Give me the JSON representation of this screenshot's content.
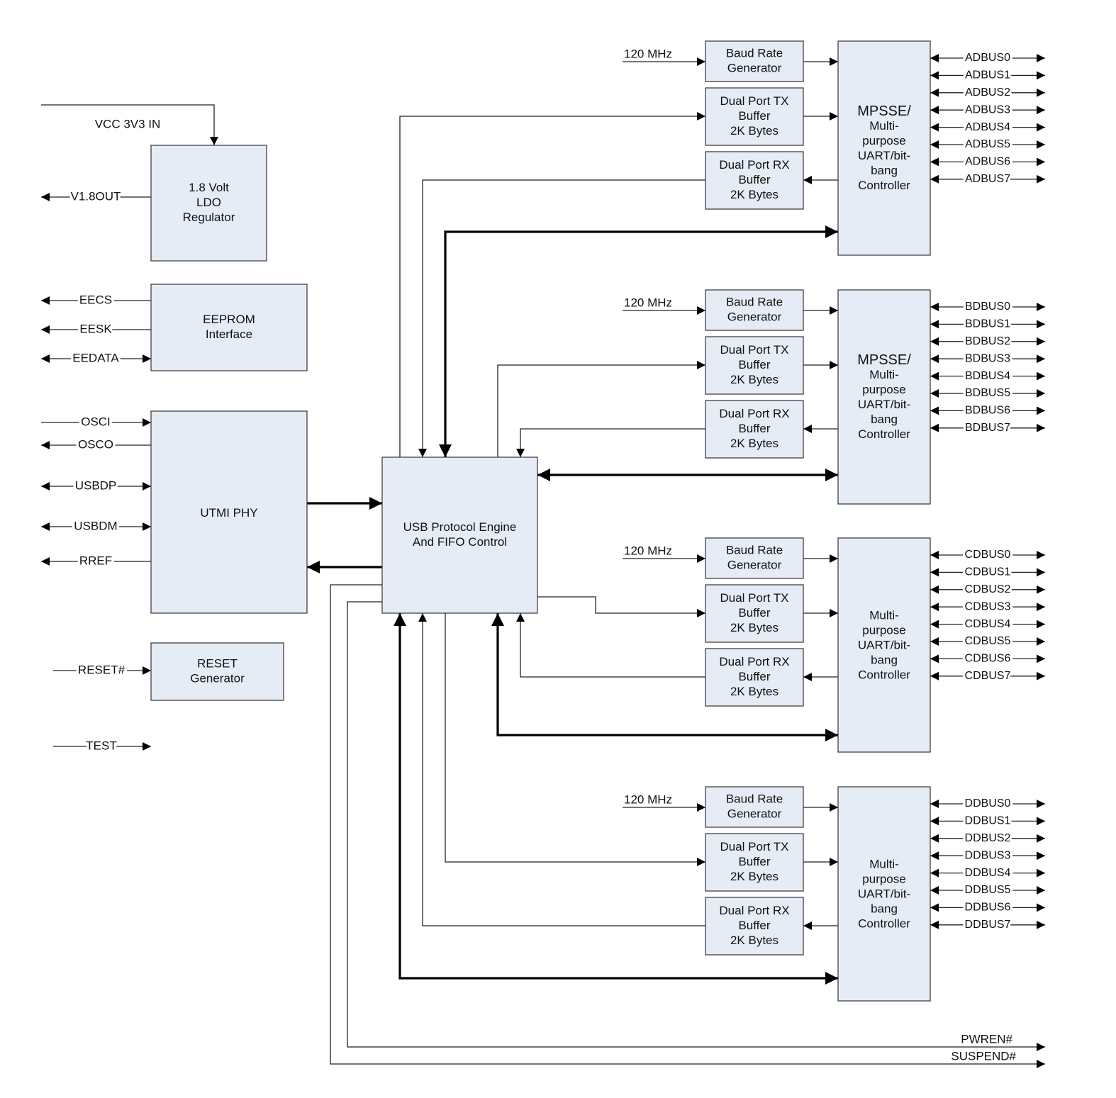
{
  "colors": {
    "block_fill": "#e6ecf6",
    "block_stroke": "#333333",
    "line": "#222222"
  },
  "blocks": {
    "ldo": [
      "1.8 Volt",
      "LDO",
      "Regulator"
    ],
    "eeprom": [
      "EEPROM",
      "Interface"
    ],
    "utmi": [
      "UTMI PHY"
    ],
    "reset": [
      "RESET",
      "Generator"
    ],
    "usb": [
      "USB Protocol Engine",
      "And FIFO Control"
    ],
    "baud": [
      "Baud Rate",
      "Generator"
    ],
    "tx": [
      "Dual Port TX",
      "Buffer",
      "2K Bytes"
    ],
    "rx": [
      "Dual Port RX",
      "Buffer",
      "2K Bytes"
    ],
    "mpsse_title": "MPSSE/",
    "controller": [
      "Multi-",
      "purpose",
      "UART/bit-",
      "bang",
      "Controller"
    ]
  },
  "clock_label": "120 MHz",
  "left_signals": {
    "vcc": "VCC 3V3 IN",
    "v18": "V1.8OUT",
    "eecs": "EECS",
    "eesk": "EESK",
    "eedata": "EEDATA",
    "osci": "OSCI",
    "osco": "OSCO",
    "usbdp": "USBDP",
    "usbdm": "USBDM",
    "rref": "RREF",
    "reset": "RESET#",
    "test": "TEST"
  },
  "channels": [
    {
      "mpsse": true,
      "bus": [
        "ADBUS0",
        "ADBUS1",
        "ADBUS2",
        "ADBUS3",
        "ADBUS4",
        "ADBUS5",
        "ADBUS6",
        "ADBUS7"
      ]
    },
    {
      "mpsse": true,
      "bus": [
        "BDBUS0",
        "BDBUS1",
        "BDBUS2",
        "BDBUS3",
        "BDBUS4",
        "BDBUS5",
        "BDBUS6",
        "BDBUS7"
      ]
    },
    {
      "mpsse": false,
      "bus": [
        "CDBUS0",
        "CDBUS1",
        "CDBUS2",
        "CDBUS3",
        "CDBUS4",
        "CDBUS5",
        "CDBUS6",
        "CDBUS7"
      ]
    },
    {
      "mpsse": false,
      "bus": [
        "DDBUS0",
        "DDBUS1",
        "DDBUS2",
        "DDBUS3",
        "DDBUS4",
        "DDBUS5",
        "DDBUS6",
        "DDBUS7"
      ]
    }
  ],
  "outputs": {
    "pwren": "PWREN#",
    "suspend": "SUSPEND#"
  }
}
